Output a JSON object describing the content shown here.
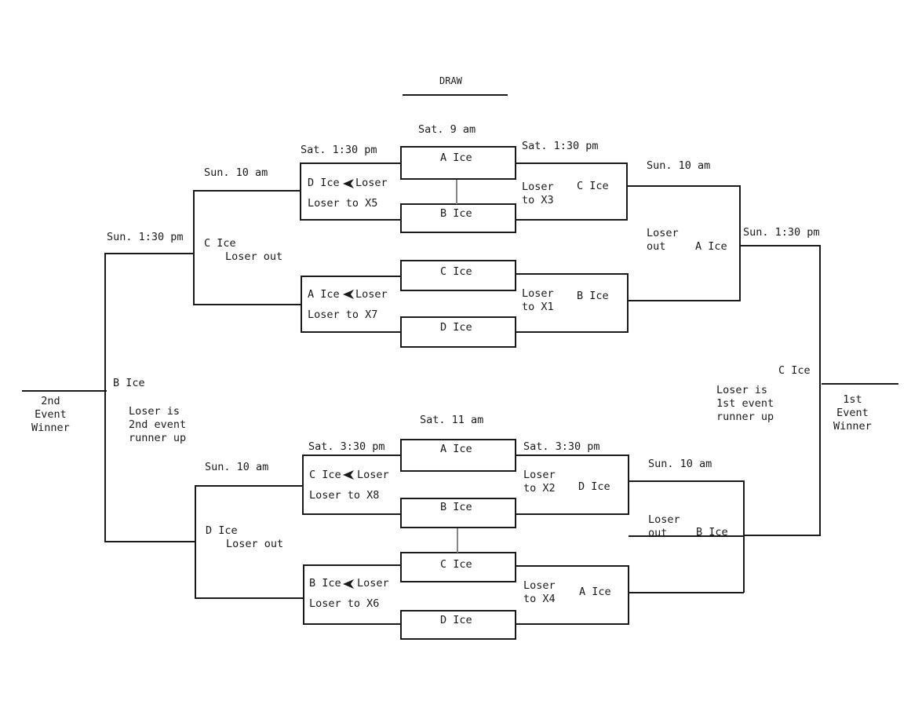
{
  "title": "DRAW",
  "top_half": {
    "round1_time": "Sat. 9 am",
    "left_time": "Sat. 1:30 pm",
    "right_time": "Sat. 1:30 pm",
    "games": [
      {
        "ice": "A Ice"
      },
      {
        "ice": "B Ice"
      },
      {
        "ice": "C Ice"
      },
      {
        "ice": "D Ice"
      }
    ],
    "losers_upper": {
      "ice": "D Ice",
      "arrow": "Loser",
      "note": "Loser to X5"
    },
    "losers_lower": {
      "ice": "A Ice",
      "arrow": "Loser",
      "note": "Loser to X7"
    },
    "winners_upper": {
      "note": "Loser\nto X3",
      "ice": "C Ice"
    },
    "winners_lower": {
      "note": "Loser\nto X1",
      "ice": "B Ice"
    },
    "left_sun_time": "Sun. 10 am",
    "left_sun_ice": "C Ice",
    "left_sun_note": "Loser out",
    "right_sun_time": "Sun. 10 am",
    "right_sun_note": "Loser\nout",
    "right_sun_ice": "A Ice",
    "left_final_time": "Sun. 1:30 pm",
    "right_final_time": "Sun. 1:30 pm"
  },
  "bottom_half": {
    "round1_time": "Sat. 11 am",
    "left_time": "Sat. 3:30 pm",
    "right_time": "Sat. 3:30 pm",
    "games": [
      {
        "ice": "A Ice"
      },
      {
        "ice": "B Ice"
      },
      {
        "ice": "C Ice"
      },
      {
        "ice": "D Ice"
      }
    ],
    "losers_upper": {
      "ice": "C Ice",
      "arrow": "Loser",
      "note": "Loser to X8"
    },
    "losers_lower": {
      "ice": "B Ice",
      "arrow": "Loser",
      "note": "Loser to X6"
    },
    "winners_upper": {
      "note": "Loser\nto X2",
      "ice": "D Ice"
    },
    "winners_lower": {
      "note": "Loser\nto X4",
      "ice": "A Ice"
    },
    "left_sun_time": "Sun. 10 am",
    "left_sun_ice": "D Ice",
    "left_sun_note": "Loser out",
    "right_sun_time": "Sun. 10 am",
    "right_sun_note": "Loser\nout",
    "right_sun_ice": "B Ice"
  },
  "second_event": {
    "ice": "B Ice",
    "note": "Loser is\n2nd event\nrunner up",
    "winner_label": "2nd\nEvent\nWinner"
  },
  "first_event": {
    "ice": "C Ice",
    "note": "Loser is\n1st event\nrunner up",
    "winner_label": "1st\nEvent\nWinner"
  }
}
